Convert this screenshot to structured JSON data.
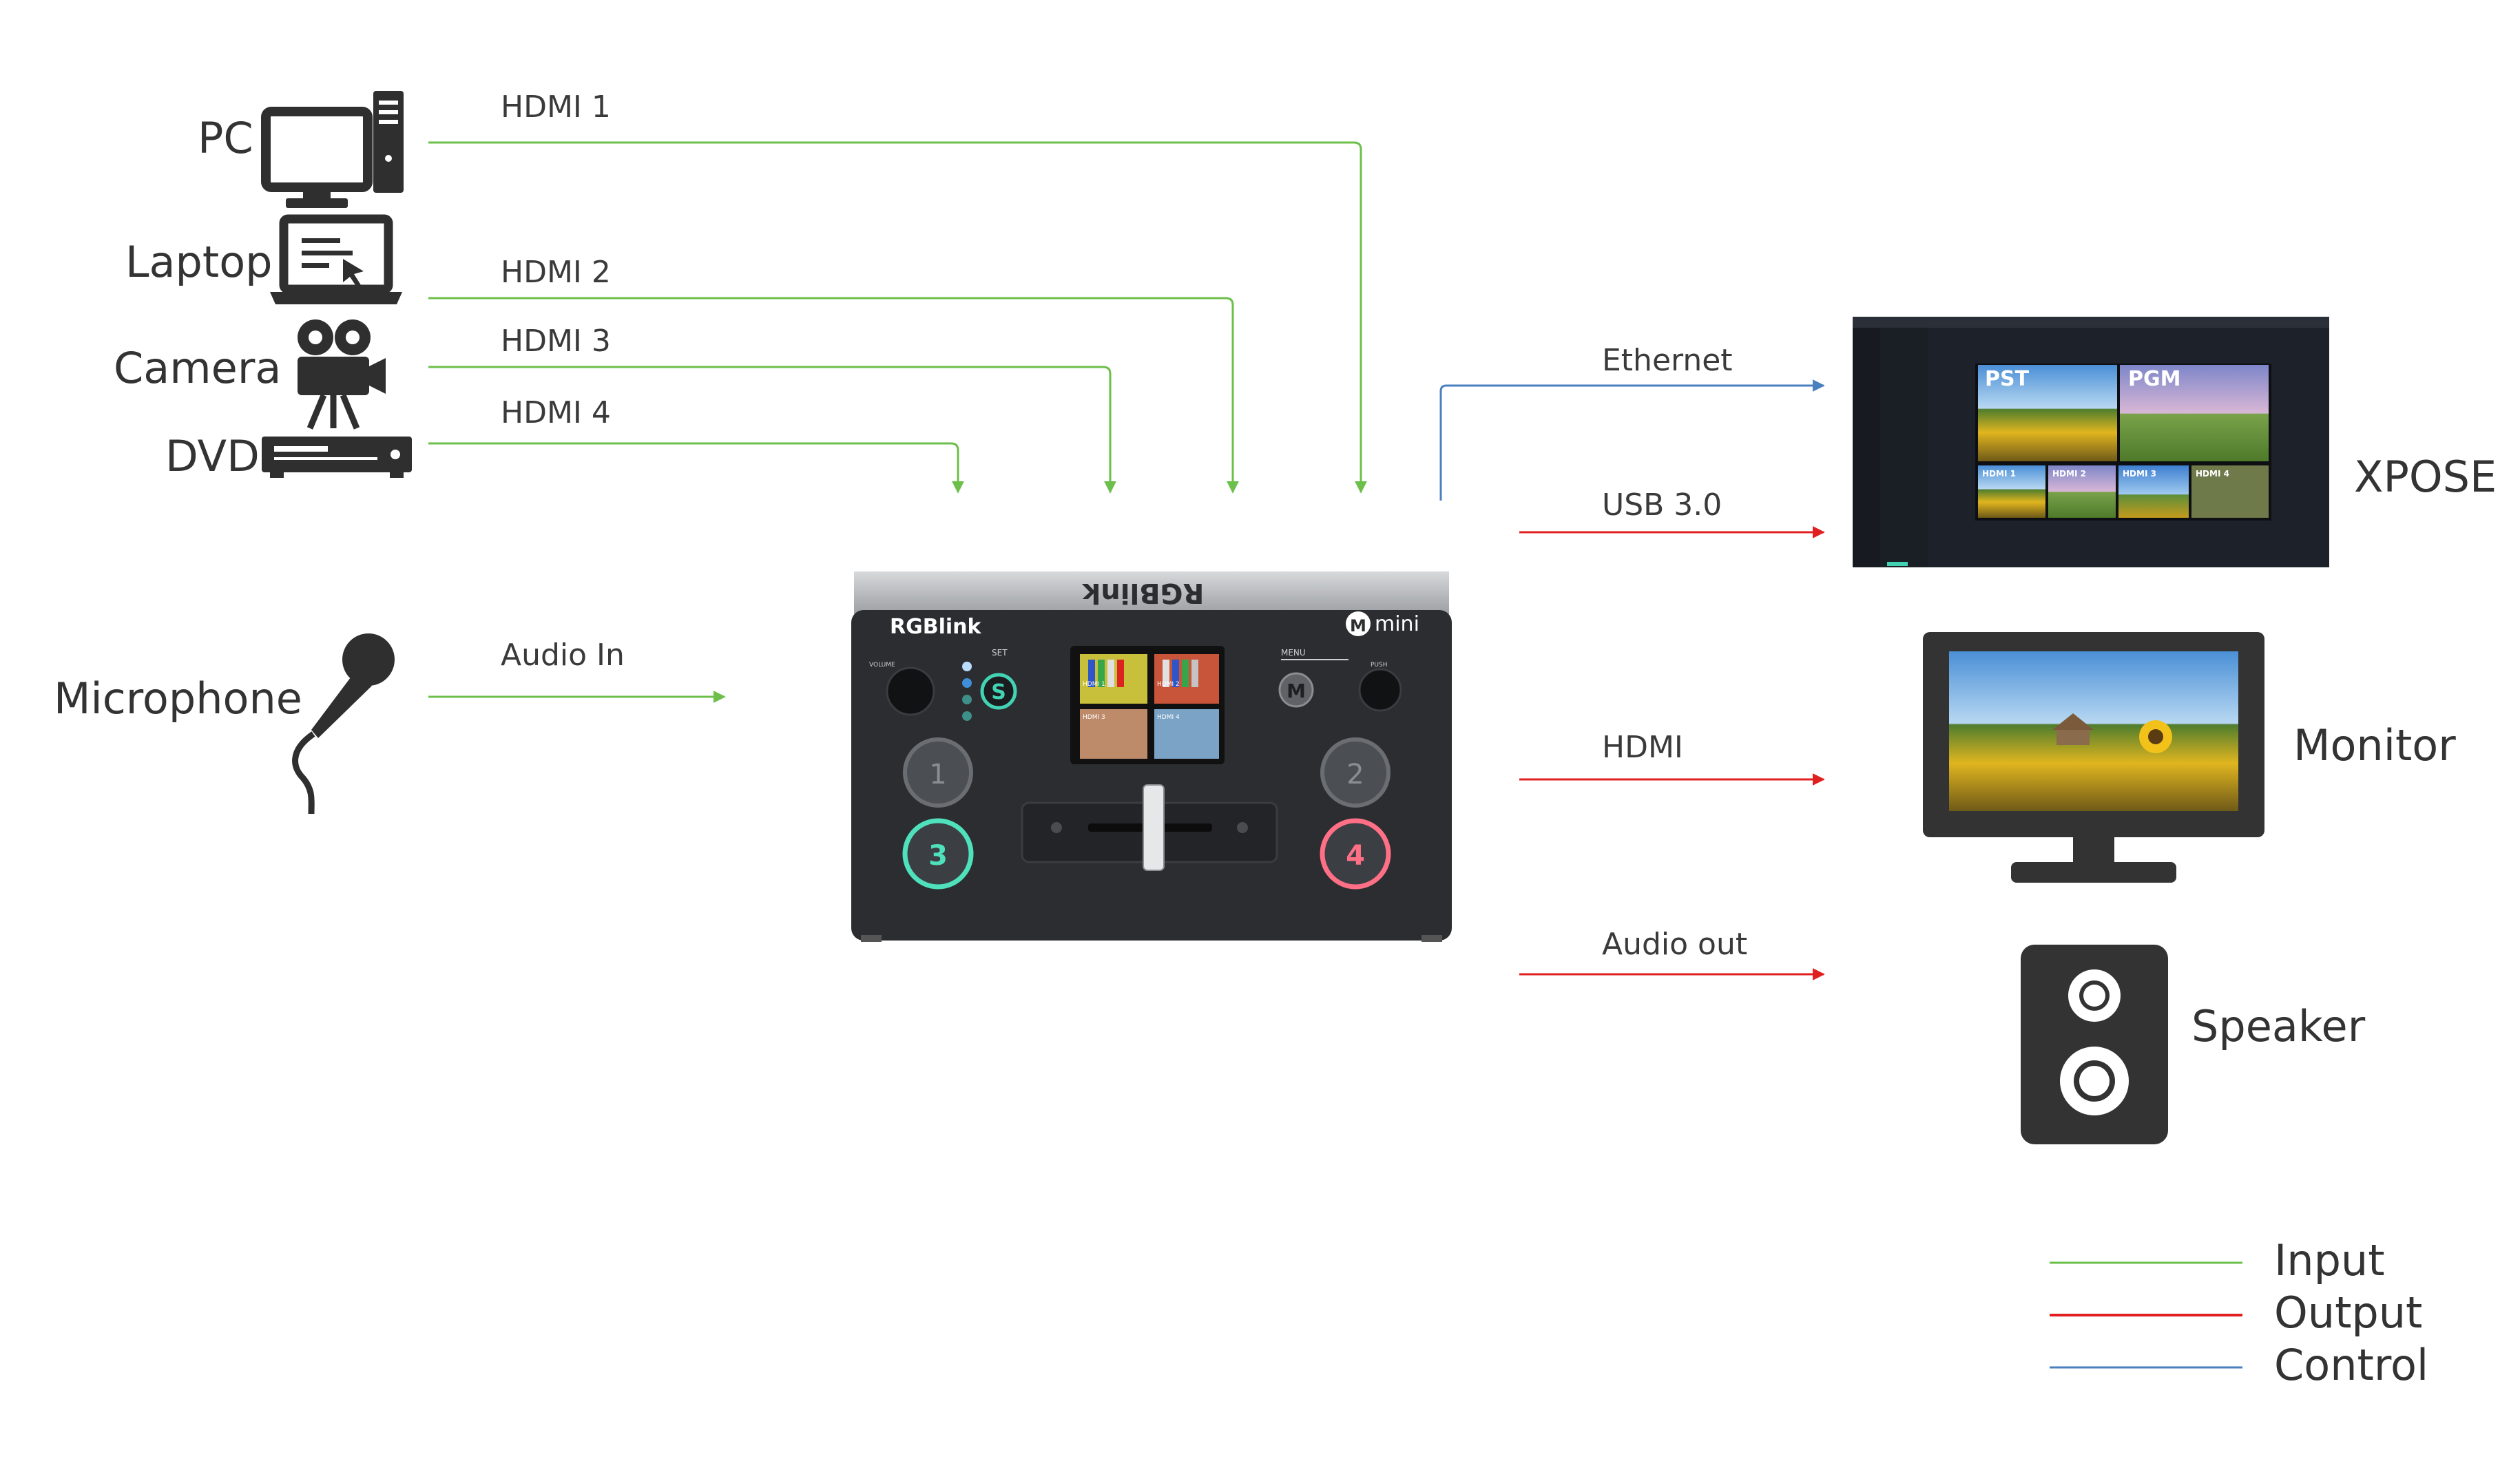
{
  "colors": {
    "input": "#6cbf4a",
    "output": "#e02020",
    "control": "#4a7fc0",
    "text": "#333333",
    "device_body": "#2b2d30",
    "device_top": "#b9bbbe"
  },
  "inputs": {
    "pc": {
      "label": "PC",
      "icon": "desktop-computer-icon"
    },
    "laptop": {
      "label": "Laptop",
      "icon": "laptop-icon"
    },
    "camera": {
      "label": "Camera",
      "icon": "movie-camera-icon"
    },
    "dvd": {
      "label": "DVD",
      "icon": "dvd-player-icon"
    },
    "microphone": {
      "label": "Microphone",
      "icon": "microphone-icon"
    }
  },
  "connections": {
    "hdmi1": "HDMI 1",
    "hdmi2": "HDMI 2",
    "hdmi3": "HDMI 3",
    "hdmi4": "HDMI 4",
    "audio_in": "Audio In",
    "ethernet": "Ethernet",
    "usb": "USB 3.0",
    "hdmi_out": "HDMI",
    "audio_out": "Audio out"
  },
  "switcher": {
    "brand": "RGBlink",
    "brand_top": "RGBlink",
    "model": "mini",
    "model_badge": "M",
    "set_label": "SET",
    "set_button": "S",
    "menu_label": "MENU",
    "menu_button": "M",
    "volume_label": "VOLUME",
    "push_label": "PUSH",
    "buttons": [
      "1",
      "2",
      "3",
      "4"
    ],
    "screen_labels": [
      "HDMI 1",
      "HDMI 2",
      "HDMI 3",
      "HDMI 4"
    ]
  },
  "outputs": {
    "xpose": {
      "label": "XPOSE",
      "pst": "PST",
      "pgm": "PGM",
      "thumbs": [
        "HDMI 1",
        "HDMI 2",
        "HDMI 3",
        "HDMI 4"
      ]
    },
    "monitor": {
      "label": "Monitor",
      "icon": "monitor-icon"
    },
    "speaker": {
      "label": "Speaker",
      "icon": "speaker-icon"
    }
  },
  "legend": {
    "input": "Input",
    "output": "Output",
    "control": "Control"
  }
}
